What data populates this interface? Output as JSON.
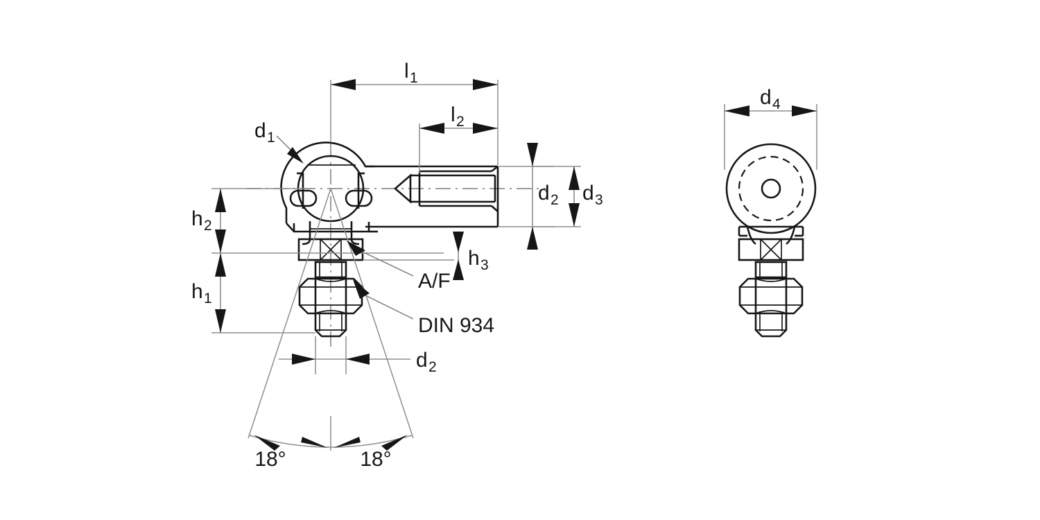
{
  "drawing": {
    "title": "Angle ball joint assembly drawing",
    "views": [
      {
        "name": "side-elevation-view",
        "label": ""
      },
      {
        "name": "end-elevation-view",
        "label": ""
      }
    ],
    "line_colors": {
      "outline": "#161616",
      "dimension": "#8d8d8d",
      "centerline": "#8d8d8d",
      "leader": "#7a7a7a"
    }
  },
  "dimensions": {
    "l1": {
      "symbol": "l",
      "subscript": "1",
      "name": "overall-length"
    },
    "l2": {
      "symbol": "l",
      "subscript": "2",
      "name": "thread-length"
    },
    "d1": {
      "symbol": "d",
      "subscript": "1",
      "name": "ball-diameter"
    },
    "d2_shank": {
      "symbol": "d",
      "subscript": "2",
      "name": "thread-diameter"
    },
    "d2_stud": {
      "symbol": "d",
      "subscript": "2",
      "name": "stud-thread-diameter"
    },
    "d3": {
      "symbol": "d",
      "subscript": "3",
      "name": "body-diameter"
    },
    "d4": {
      "symbol": "d",
      "subscript": "4",
      "name": "housing-width"
    },
    "h1": {
      "symbol": "h",
      "subscript": "1",
      "name": "lower-height"
    },
    "h2": {
      "symbol": "h",
      "subscript": "2",
      "name": "upper-height"
    },
    "h3": {
      "symbol": "h",
      "subscript": "3",
      "name": "washer-gap-height"
    }
  },
  "annotations": {
    "across_flats": "A/F",
    "nut_standard": "DIN 934",
    "angle_left": "18°",
    "angle_right": "18°"
  }
}
